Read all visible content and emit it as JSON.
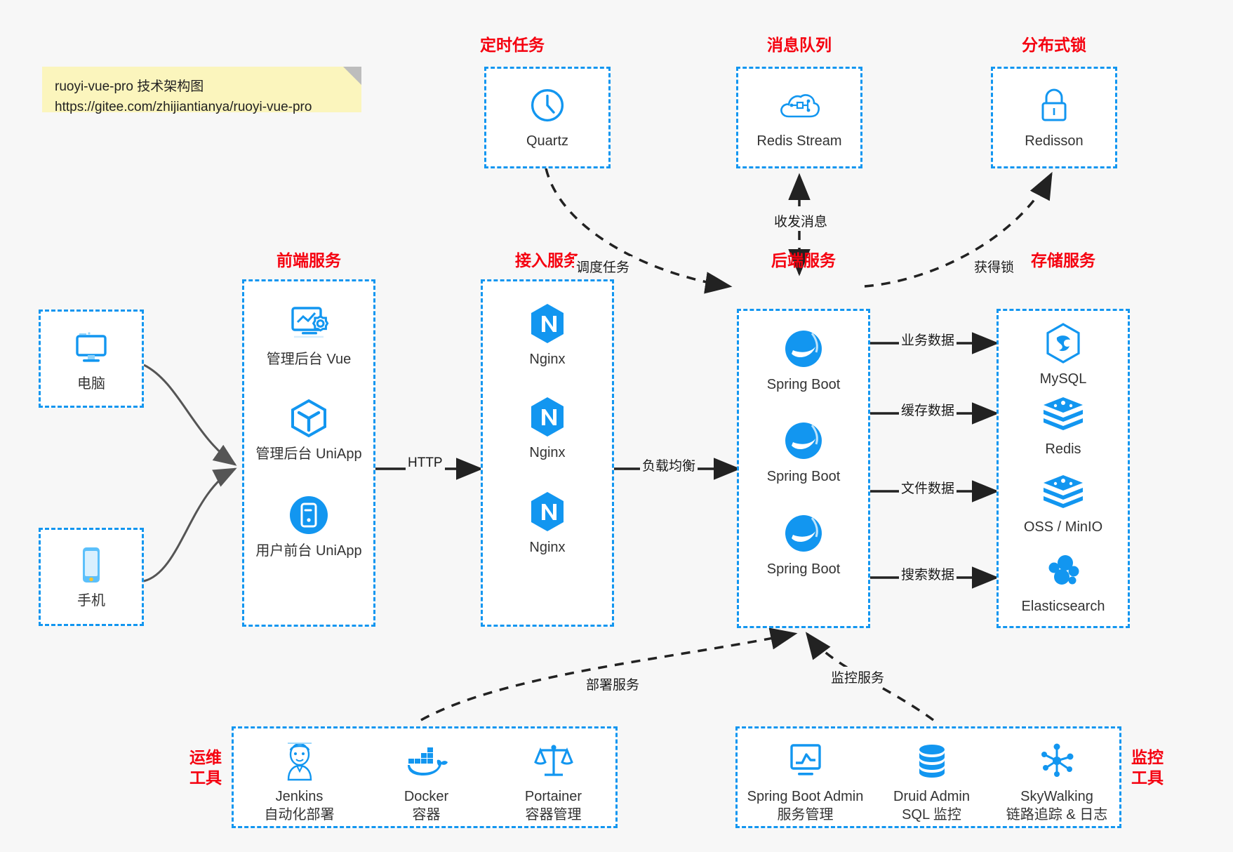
{
  "note": {
    "line1": "ruoyi-vue-pro 技术架构图",
    "line2": "https://gitee.com/zhijiantianya/ruoyi-vue-pro"
  },
  "groups": {
    "scheduler": {
      "title": "定时任务",
      "items": [
        {
          "icon": "clock-icon",
          "label": "Quartz"
        }
      ]
    },
    "mq": {
      "title": "消息队列",
      "items": [
        {
          "icon": "cloud-stream-icon",
          "label": "Redis Stream"
        }
      ]
    },
    "lock": {
      "title": "分布式锁",
      "items": [
        {
          "icon": "lock-icon",
          "label": "Redisson"
        }
      ]
    },
    "clients": {
      "items": [
        {
          "icon": "desktop-icon",
          "label": "电脑"
        },
        {
          "icon": "phone-icon",
          "label": "手机"
        }
      ]
    },
    "frontend": {
      "title": "前端服务",
      "items": [
        {
          "icon": "vue-admin-icon",
          "label": "管理后台 Vue"
        },
        {
          "icon": "uniapp-cube-icon",
          "label": "管理后台 UniApp"
        },
        {
          "icon": "mobile-app-icon",
          "label": "用户前台 UniApp"
        }
      ]
    },
    "gateway": {
      "title": "接入服务",
      "items": [
        {
          "icon": "nginx-icon",
          "label": "Nginx"
        },
        {
          "icon": "nginx-icon",
          "label": "Nginx"
        },
        {
          "icon": "nginx-icon",
          "label": "Nginx"
        }
      ]
    },
    "backend": {
      "title": "后端服务",
      "items": [
        {
          "icon": "spring-boot-icon",
          "label": "Spring Boot"
        },
        {
          "icon": "spring-boot-icon",
          "label": "Spring Boot"
        },
        {
          "icon": "spring-boot-icon",
          "label": "Spring Boot"
        }
      ]
    },
    "storage": {
      "title": "存储服务",
      "items": [
        {
          "icon": "mysql-icon",
          "label": "MySQL"
        },
        {
          "icon": "redis-icon",
          "label": "Redis"
        },
        {
          "icon": "oss-icon",
          "label": "OSS / MinIO"
        },
        {
          "icon": "elasticsearch-icon",
          "label": "Elasticsearch"
        }
      ]
    },
    "devops": {
      "title": "运维\n工具",
      "title_line1": "运维",
      "title_line2": "工具",
      "items": [
        {
          "icon": "jenkins-icon",
          "label": "Jenkins",
          "sub": "自动化部署"
        },
        {
          "icon": "docker-icon",
          "label": "Docker",
          "sub": "容器"
        },
        {
          "icon": "portainer-icon",
          "label": "Portainer",
          "sub": "容器管理"
        }
      ]
    },
    "monitoring": {
      "title_line1": "监控",
      "title_line2": "工具",
      "items": [
        {
          "icon": "chart-monitor-icon",
          "label": "Spring Boot Admin",
          "sub": "服务管理"
        },
        {
          "icon": "database-icon",
          "label": "Druid Admin",
          "sub": "SQL 监控"
        },
        {
          "icon": "skywalking-icon",
          "label": "SkyWalking",
          "sub": "链路追踪 & 日志"
        }
      ]
    }
  },
  "edges": {
    "schedule_task": "调度任务",
    "send_receive": "收发消息",
    "acquire_lock": "获得锁",
    "http": "HTTP",
    "load_balance": "负载均衡",
    "business_data": "业务数据",
    "cache_data": "缓存数据",
    "file_data": "文件数据",
    "search_data": "搜索数据",
    "deploy_service": "部署服务",
    "monitor_service": "监控服务"
  },
  "colors": {
    "accent": "#1296f0",
    "title": "#f5000f",
    "note": "#fbf5bd",
    "wire": "#555555",
    "page": "#f7f7f7"
  }
}
